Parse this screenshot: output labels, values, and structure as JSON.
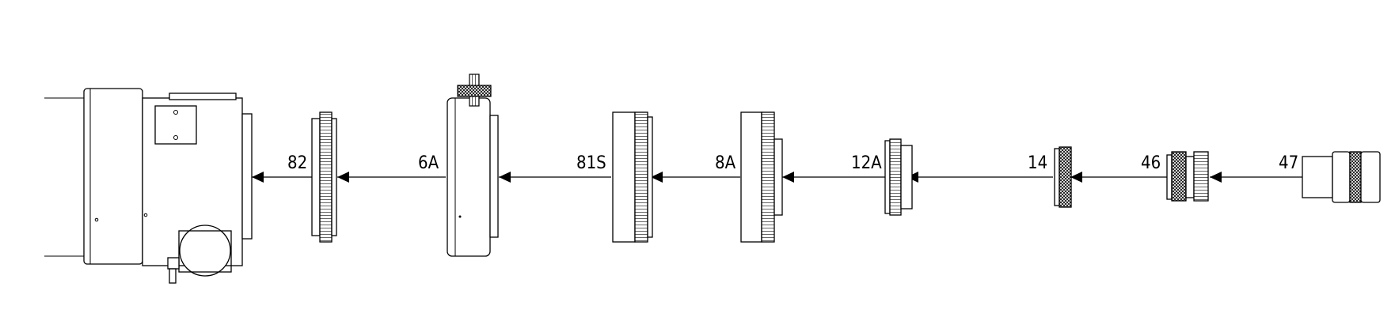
{
  "colors": {
    "line": "#000000",
    "background": "#ffffff"
  },
  "parts": [
    {
      "id": "telescope",
      "label": ""
    },
    {
      "id": "82",
      "label": "82"
    },
    {
      "id": "6A",
      "label": "6A"
    },
    {
      "id": "81S",
      "label": "81S"
    },
    {
      "id": "8A",
      "label": "8A"
    },
    {
      "id": "12A",
      "label": "12A"
    },
    {
      "id": "14",
      "label": "14"
    },
    {
      "id": "46",
      "label": "46"
    },
    {
      "id": "47",
      "label": "47"
    }
  ]
}
